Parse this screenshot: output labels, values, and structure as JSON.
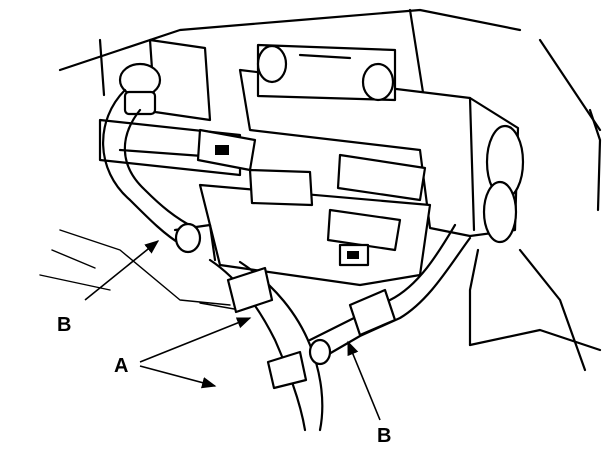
{
  "callouts": {
    "hose_label_a": "A",
    "hose_label_b_left": "B",
    "hose_label_b_bottom": "B"
  }
}
